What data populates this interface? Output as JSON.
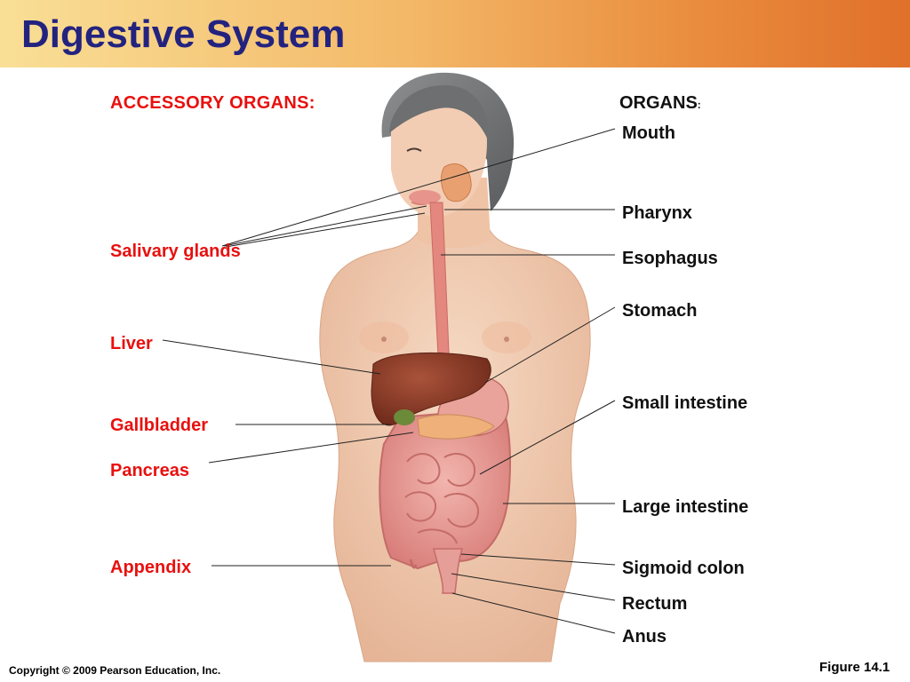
{
  "title": "Digestive System",
  "accessory_heading": "ACCESSORY ORGANS:",
  "organs_heading": "ORGANS",
  "organs_heading_colon": ":",
  "accessory_organs": [
    "Salivary glands",
    "Liver",
    "Gallbladder",
    "Pancreas",
    "Appendix"
  ],
  "organs": [
    "Mouth",
    "Pharynx",
    "Esophagus",
    "Stomach",
    "Small intestine",
    "Large intestine",
    "Sigmoid colon",
    "Rectum",
    "Anus"
  ],
  "footer": {
    "copyright": "Copyright © 2009 Pearson Education, Inc.",
    "figure": "Figure 14.1"
  },
  "colors": {
    "title": "#23237f",
    "accessory_label": "#e8100e",
    "organ_label": "#111111",
    "skin": "#f1cbb0",
    "hair": "#77787a",
    "liver": "#8b3b27",
    "intestine": "#e69e98",
    "gallbladder": "#6b8a3a"
  }
}
